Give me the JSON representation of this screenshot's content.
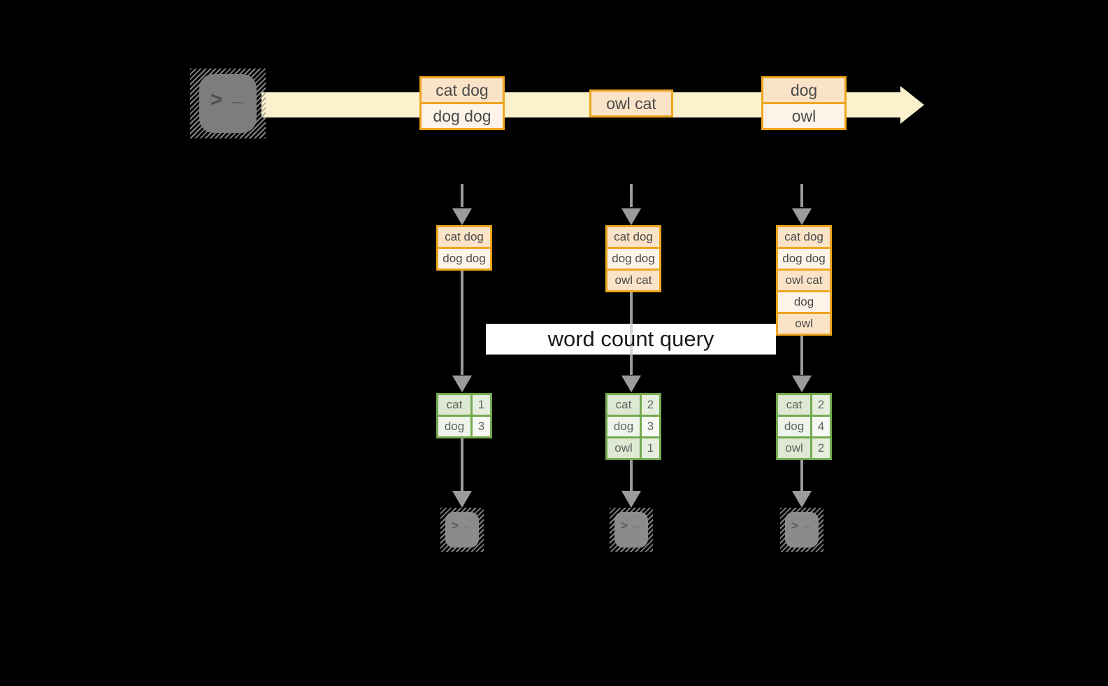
{
  "terminal": {
    "prompt_chevron": ">",
    "prompt_underscore": "_"
  },
  "query": {
    "label": "word count query"
  },
  "colors": {
    "background": "#000000",
    "stream_yellow": "#fbf1cd",
    "box_border_orange": "#efa51e",
    "box_fill_peach": "#fbe3c8",
    "box_fill_cream": "#fdf3e8",
    "table_border_green": "#74a94f",
    "table_fill_green": "#dde9d2",
    "table_fill_green_light": "#eef4ea",
    "arrow_gray": "#9b9b9b",
    "terminal_gray": "#8b8b8b",
    "label_text": "#4a4a4a"
  },
  "stream": {
    "batches": [
      {
        "messages": [
          "cat dog",
          "dog dog"
        ]
      },
      {
        "messages": [
          "owl cat"
        ]
      },
      {
        "messages": [
          "dog",
          "owl"
        ]
      }
    ]
  },
  "columns": [
    {
      "buffer": [
        "cat dog",
        "dog dog"
      ],
      "counts": [
        {
          "word": "cat",
          "count": "1"
        },
        {
          "word": "dog",
          "count": "3"
        }
      ]
    },
    {
      "buffer": [
        "cat dog",
        "dog dog",
        "owl cat"
      ],
      "counts": [
        {
          "word": "cat",
          "count": "2"
        },
        {
          "word": "dog",
          "count": "3"
        },
        {
          "word": "owl",
          "count": "1"
        }
      ]
    },
    {
      "buffer": [
        "cat dog",
        "dog dog",
        "owl cat",
        "dog",
        "owl"
      ],
      "counts": [
        {
          "word": "cat",
          "count": "2"
        },
        {
          "word": "dog",
          "count": "4"
        },
        {
          "word": "owl",
          "count": "2"
        }
      ]
    }
  ]
}
